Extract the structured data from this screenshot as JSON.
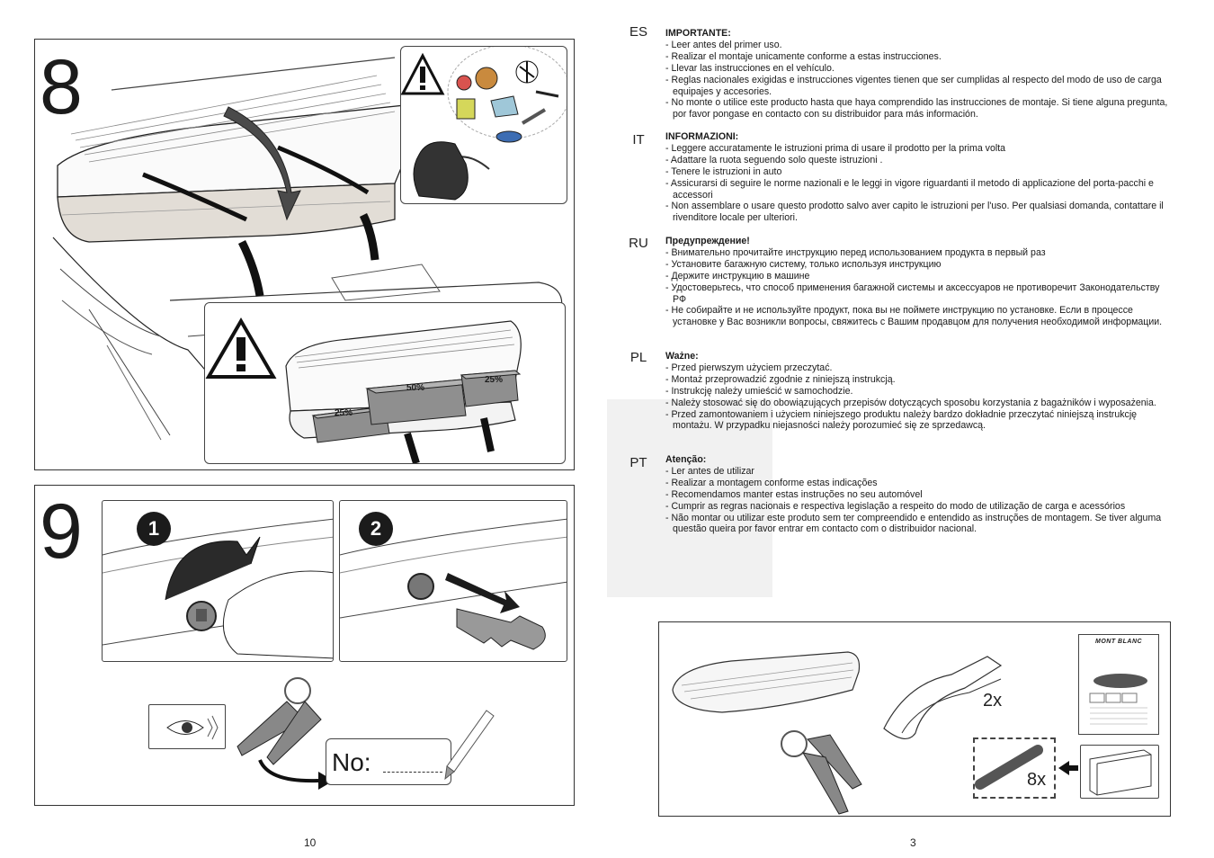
{
  "left_page": {
    "step8": {
      "number": "8",
      "load_labels": {
        "left": "25%",
        "center": "50%",
        "right": "25%"
      }
    },
    "step9": {
      "number": "9",
      "substep1": "1",
      "substep2": "2",
      "no_label": "No:"
    },
    "page_number": "10"
  },
  "right_page": {
    "sections": [
      {
        "lang": "ES",
        "heading": "IMPORTANTE:",
        "lines": [
          "- Leer antes del primer uso.",
          "- Realizar el montaje unicamente conforme a estas instrucciones.",
          "- Llevar las instrucciones en el vehículo.",
          "- Reglas nacionales exigidas e instrucciones vigentes tienen que ser cumplidas al respecto del modo de uso de carga equipajes y accesories.",
          "- No monte o utilice este producto hasta que haya comprendido las instrucciones de montaje. Si tiene alguna pregunta, por favor pongase en contacto con su distribuidor para más información."
        ]
      },
      {
        "lang": "IT",
        "heading": "INFORMAZIONI:",
        "lines": [
          "- Leggere accuratamente le istruzioni prima di usare il prodotto per la prima volta",
          "- Adattare la ruota  seguendo solo  queste istruzioni .",
          "- Tenere le istruzioni in auto",
          "- Assicurarsi di seguire le norme nazionali e le leggi in vigore riguardanti il metodo di applicazione del porta-pacchi e accessori",
          "- Non assemblare o usare questo prodotto salvo aver capito le istruzioni per l'uso. Per qualsiasi domanda, contattare il rivenditore locale per ulteriori."
        ]
      },
      {
        "lang": "RU",
        "heading": "Предупреждение!",
        "lines": [
          "- Внимательно прочитайте инструкцию перед использованием продукта в первый раз",
          "- Установите багажную систему, только используя инструкцию",
          "- Держите инструкцию в машине",
          "- Удостоверьтесь, что способ применения багажной системы и аксессуаров не противоречит Законодательству РФ",
          "- Не собирайте и не используйте продукт, пока вы не поймете инструкцию по установке. Если в процессе установке у Вас возникли вопросы, свяжитесь с Вашим продавцом для получения необходимой информации."
        ]
      },
      {
        "lang": "PL",
        "heading": "Ważne:",
        "lines": [
          "- Przed pierwszym użyciem przeczytać.",
          "- Montaż przeprowadzić zgodnie z niniejszą instrukcją.",
          "- Instrukcję należy umieścić w samochodzie.",
          "- Należy stosować się do obowiązujących przepisów dotyczących sposobu korzystania z bagażników i wyposażenia.",
          "- Przed zamontowaniem i użyciem niniejszego produktu należy bardzo dokładnie przeczytać niniejszą instrukcję montażu. W przypadku niejasności należy porozumieć się ze sprzedawcą."
        ]
      },
      {
        "lang": "PT",
        "heading": "Atenção:",
        "lines": [
          "- Ler antes de utilizar",
          "- Realizar a montagem conforme estas indicações",
          "- Recomendamos manter estas instruções no seu automóvel",
          "- Cumprir as regras nacionais e respectiva legislação a respeito do modo de utilização de carga e acessórios",
          "- Não montar ou utilizar este produto sem ter compreendido e entendido as instruções de montagem. Se tiver alguma questão queira por favor entrar em contacto com o distribuidor nacional."
        ]
      }
    ],
    "contents": {
      "straps_qty": "2x",
      "pads_qty": "8x",
      "brand": "MONT BLANC"
    },
    "page_number": "3"
  }
}
